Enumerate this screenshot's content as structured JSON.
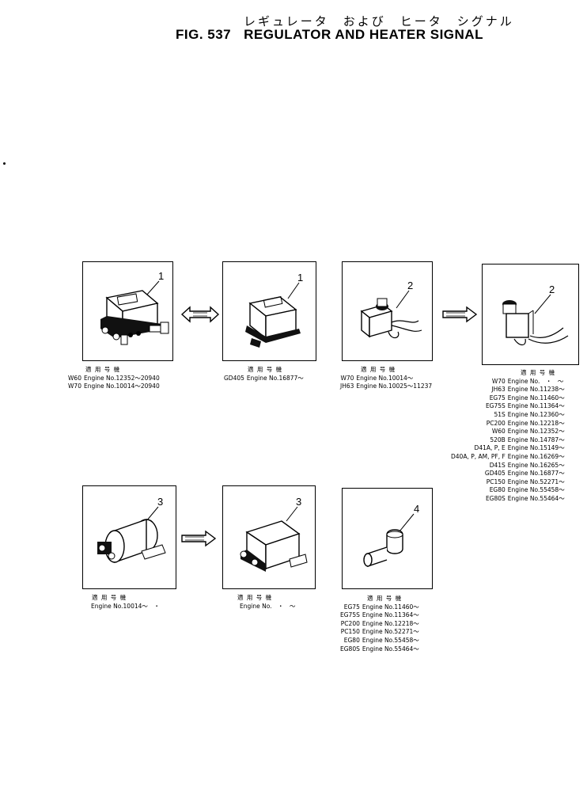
{
  "header": {
    "jp_title": "レギュレータ　および　ヒータ　シグナル",
    "fig": "FIG. 537",
    "title": "REGULATOR AND HEATER SIGNAL"
  },
  "panels": [
    {
      "callout": "1",
      "applicability_header": "適 用 号 機",
      "rows": [
        {
          "model": "W60",
          "engine": "Engine No.12352～20940"
        },
        {
          "model": "W70",
          "engine": "Engine No.10014～20940"
        }
      ]
    },
    {
      "callout": "1",
      "applicability_header": "適 用 号 機",
      "rows": [
        {
          "model": "GD405",
          "engine": "Engine No.16877～"
        }
      ]
    },
    {
      "callout": "2",
      "applicability_header": "適 用 号 機",
      "rows": [
        {
          "model": "W70",
          "engine": "Engine No.10014～"
        },
        {
          "model": "JH63",
          "engine": "Engine No.10025～11237"
        }
      ]
    },
    {
      "callout": "2",
      "applicability_header": "適 用 号 機",
      "rows": [
        {
          "model": "W70",
          "engine": "Engine No.　・　～"
        },
        {
          "model": "JH63",
          "engine": "Engine No.11238～"
        },
        {
          "model": "EG75",
          "engine": "Engine No.11460～"
        },
        {
          "model": "EG75S",
          "engine": "Engine No.11364～"
        },
        {
          "model": "51S",
          "engine": "Engine No.12360～"
        },
        {
          "model": "PC200",
          "engine": "Engine No.12218～"
        },
        {
          "model": "W60",
          "engine": "Engine No.12352～"
        },
        {
          "model": "520B",
          "engine": "Engine No.14787～"
        },
        {
          "model": "D41A, P, E",
          "engine": "Engine No.15149～"
        },
        {
          "model": "D40A, P, AM, PF, F",
          "engine": "Engine No.16269～"
        },
        {
          "model": "D41S",
          "engine": "Engine No.16265～"
        },
        {
          "model": "GD405",
          "engine": "Engine No.16877～"
        },
        {
          "model": "PC150",
          "engine": "Engine No.52271～"
        },
        {
          "model": "EG80",
          "engine": "Engine No.55458～"
        },
        {
          "model": "EG80S",
          "engine": "Engine No.55464～"
        }
      ]
    },
    {
      "callout": "3",
      "applicability_header": "適 用 号 機",
      "rows": [
        {
          "model": "",
          "engine": "Engine No.10014～　・"
        }
      ]
    },
    {
      "callout": "3",
      "applicability_header": "適 用 号 機",
      "rows": [
        {
          "model": "",
          "engine": "Engine No.　・　～"
        }
      ]
    },
    {
      "callout": "4",
      "applicability_header": "適 用 号 機",
      "rows": [
        {
          "model": "EG75",
          "engine": "Engine No.11460～"
        },
        {
          "model": "EG75S",
          "engine": "Engine No.11364～"
        },
        {
          "model": "PC200",
          "engine": "Engine No.12218～"
        },
        {
          "model": "PC150",
          "engine": "Engine No.52271～"
        },
        {
          "model": "EG80",
          "engine": "Engine No.55458～"
        },
        {
          "model": "EG80S",
          "engine": "Engine No.55464～"
        }
      ]
    }
  ],
  "icons": {
    "double_arrow": "double-arrow-icon",
    "right_arrow": "right-arrow-icon"
  }
}
